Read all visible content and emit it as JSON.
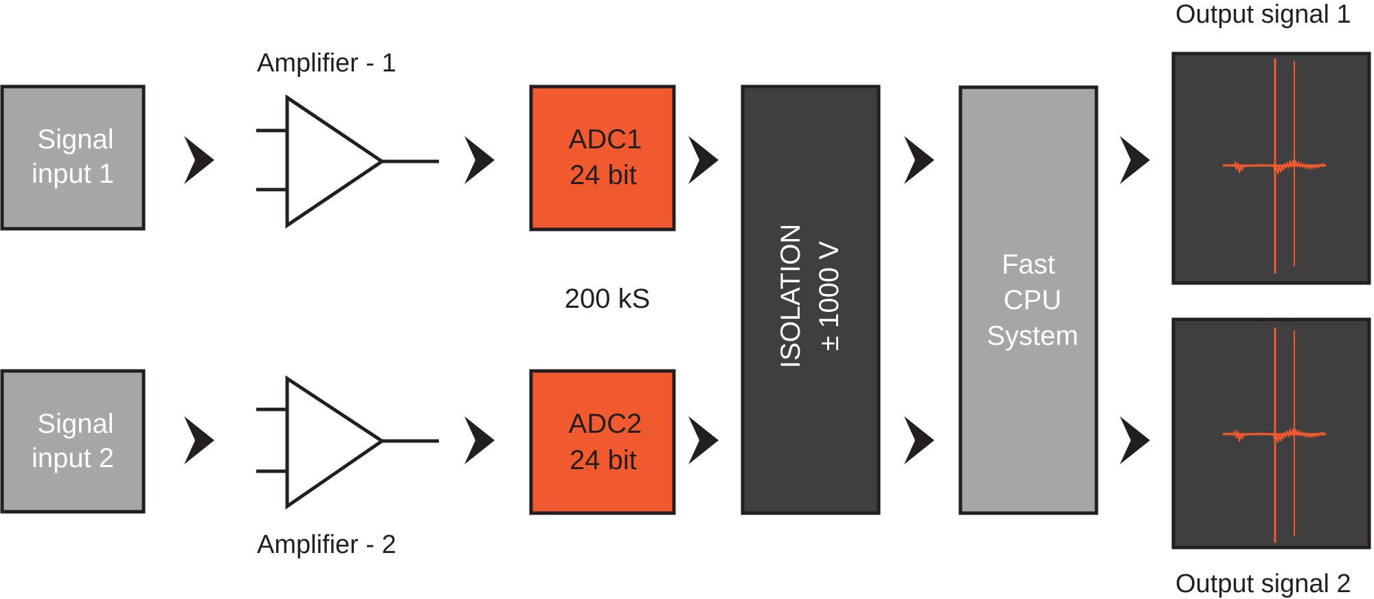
{
  "colors": {
    "input_block": "#a6a6a6",
    "adc_block": "#f15a2f",
    "isolation_block": "#3f3f3f",
    "cpu_block": "#a6a6a6",
    "output_panel": "#3f3f3f",
    "waveform": "#f15a2f",
    "stroke": "#231f20",
    "light_text": "#ffffff",
    "dark_text": "#231f20"
  },
  "inputs": {
    "signal1": [
      "Signal",
      "input 1"
    ],
    "signal2": [
      "Signal",
      "input 2"
    ]
  },
  "amplifiers": {
    "amp1_label": "Amplifier - 1",
    "amp2_label": "Amplifier - 2"
  },
  "adcs": {
    "adc1": [
      "ADC1",
      "24 bit"
    ],
    "adc2": [
      "ADC2",
      "24 bit"
    ],
    "sample_rate": "200 kS"
  },
  "isolation": {
    "line1": "ISOLATION",
    "line2": "± 1000 V"
  },
  "cpu": [
    "Fast",
    "CPU",
    "System"
  ],
  "outputs": {
    "out1_label": "Output signal 1",
    "out2_label": "Output signal 2"
  }
}
